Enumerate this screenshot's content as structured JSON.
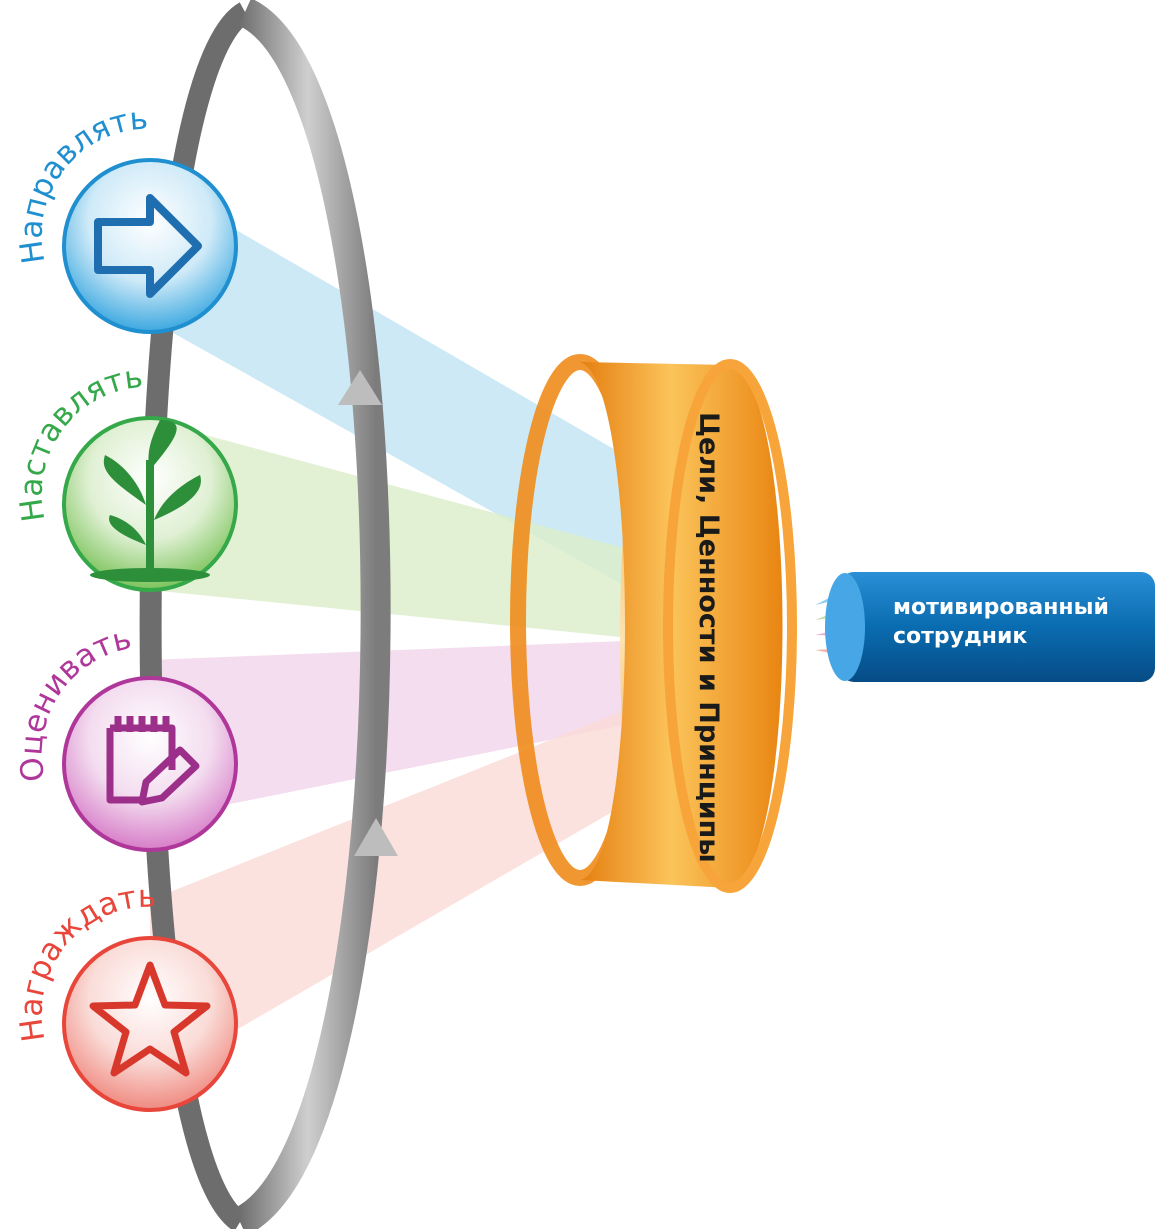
{
  "actions": [
    {
      "id": "direct",
      "label": "Направлять",
      "icon": "arrow-right-icon",
      "color": "#1f8fd0"
    },
    {
      "id": "coach",
      "label": "Наставлять",
      "icon": "plant-sprout-icon",
      "color": "#35a84a"
    },
    {
      "id": "evaluate",
      "label": "Оценивать",
      "icon": "notepad-pencil-icon",
      "color": "#b0379a"
    },
    {
      "id": "reward",
      "label": "Награждать",
      "icon": "star-icon",
      "color": "#e8463a"
    }
  ],
  "ring": {
    "label": "Цели, Ценности и Принципы",
    "color": "#f39a25"
  },
  "output": {
    "line1": "мотивированный",
    "line2": "сотрудник",
    "color": "#0a6cb0"
  },
  "cycle": {
    "color": "#9a9a9a",
    "icon": "cycle-loop-arrow"
  }
}
